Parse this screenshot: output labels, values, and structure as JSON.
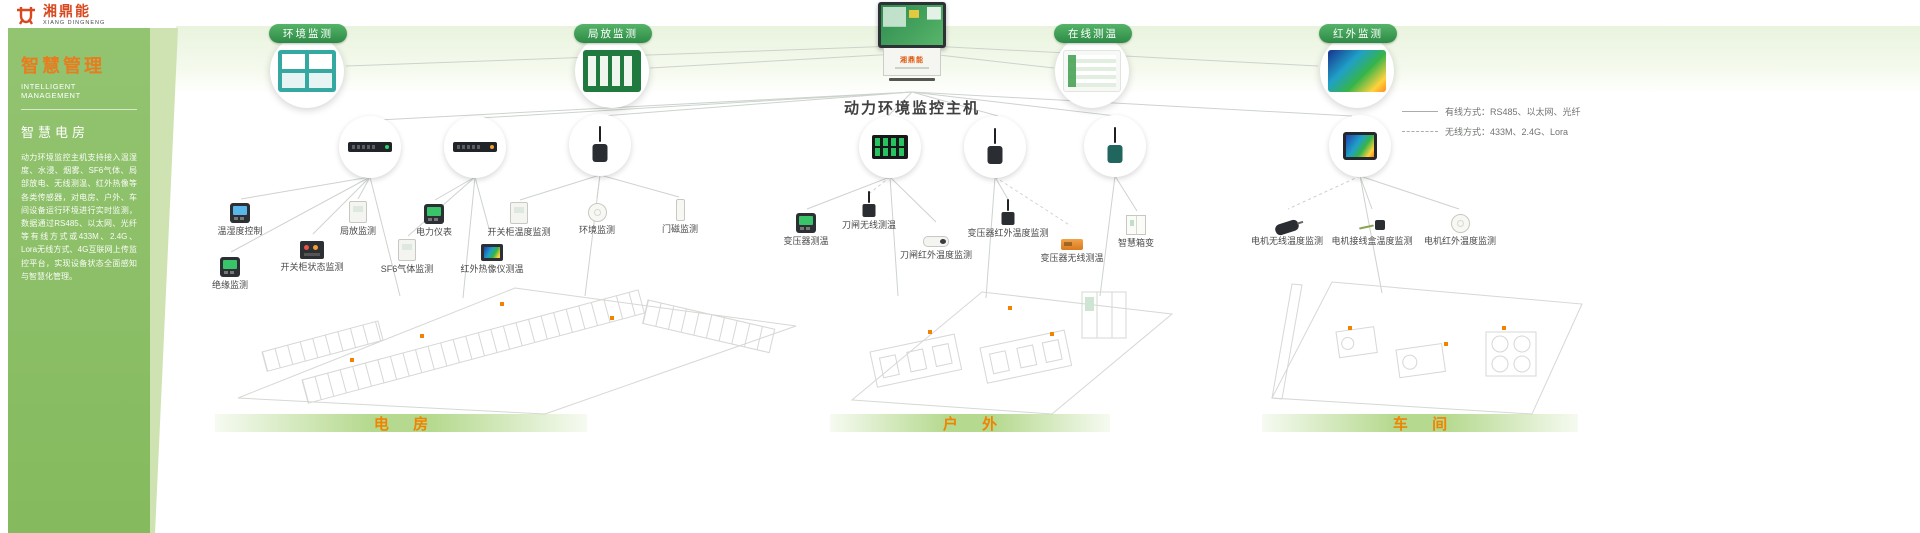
{
  "colors": {
    "accent_orange": "#F08300",
    "brand_red": "#D8491F",
    "banner_green": "#2F8B45",
    "sidebar_green": "#8CBF66",
    "band_light_green": "#E9F3DE"
  },
  "brand": {
    "name": "湘鼎能",
    "name_en": "XIANG DINGNENG"
  },
  "sidebar": {
    "title": "智慧管理",
    "title_en": "INTELLIGENT MANAGEMENT",
    "section": "智慧电房",
    "description": "动力环境监控主机支持接入温湿度、水浸、烟雾、SF6气体、局部放电、无线测温、红外热像等各类传感器，对电房、户外、车间设备运行环境进行实时监测，数据通过RS485、以太网、光纤等有线方式或433M、2.4G、Lora无线方式、4G互联网上传监控平台，实现设备状态全面感知与智慧化管理。"
  },
  "top_modules": [
    {
      "label": "环境监测"
    },
    {
      "label": "局放监测"
    },
    {
      "label": "在线测温"
    },
    {
      "label": "红外监测"
    }
  ],
  "host": {
    "label": "动力环境监控主机",
    "brand": "湘鼎能"
  },
  "legend": {
    "wired": "有线方式：RS485、以太网、光纤",
    "wireless": "无线方式：433M、2.4G、Lora"
  },
  "zones": [
    {
      "name": "电 房",
      "devices": [
        {
          "label": "温湿度控制"
        },
        {
          "label": "绝缘监测"
        },
        {
          "label": "开关柜状态监测"
        },
        {
          "label": "局放监测"
        },
        {
          "label": "SF6气体监测"
        },
        {
          "label": "电力仪表"
        },
        {
          "label": "红外热像仪测温"
        },
        {
          "label": "开关柜温度监测"
        },
        {
          "label": "环境监测"
        },
        {
          "label": "门磁监测"
        }
      ]
    },
    {
      "name": "户 外",
      "devices": [
        {
          "label": "变压器测温"
        },
        {
          "label": "刀闸无线测温"
        },
        {
          "label": "刀闸红外温度监测"
        },
        {
          "label": "变压器红外温度监测"
        },
        {
          "label": "变压器无线测温"
        },
        {
          "label": "智慧箱变"
        }
      ]
    },
    {
      "name": "车 间",
      "devices": [
        {
          "label": "电机无线温度监测"
        },
        {
          "label": "电机接线盒温度监测"
        },
        {
          "label": "电机红外温度监测"
        }
      ]
    }
  ]
}
